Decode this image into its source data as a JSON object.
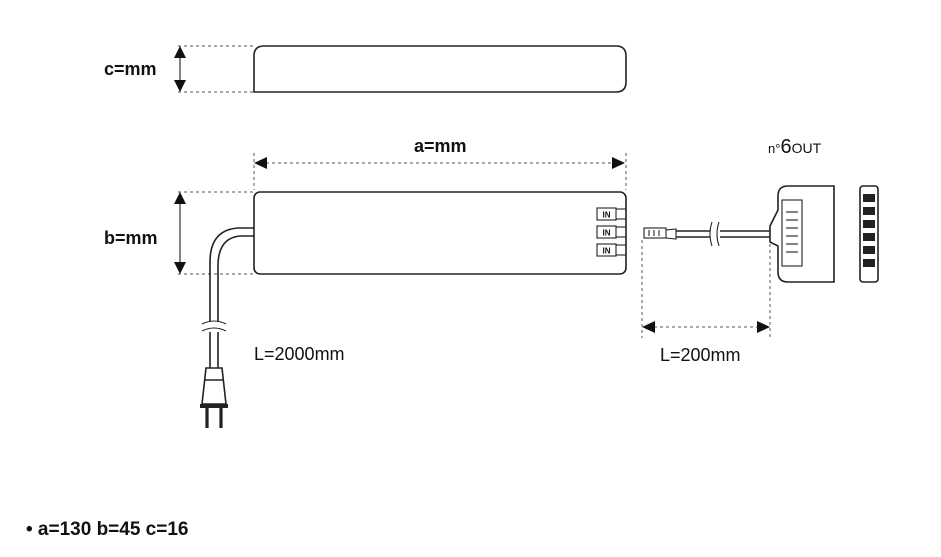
{
  "labels": {
    "dim_c": "c=mm",
    "dim_a": "a=mm",
    "dim_b": "b=mm",
    "cable_main": "L=2000mm",
    "cable_out": "L=200mm",
    "port_label": "IN",
    "out_prefix": "n°",
    "out_count": "6",
    "out_suffix": "OUT"
  },
  "note": "• a=130 b=45 c=16"
}
